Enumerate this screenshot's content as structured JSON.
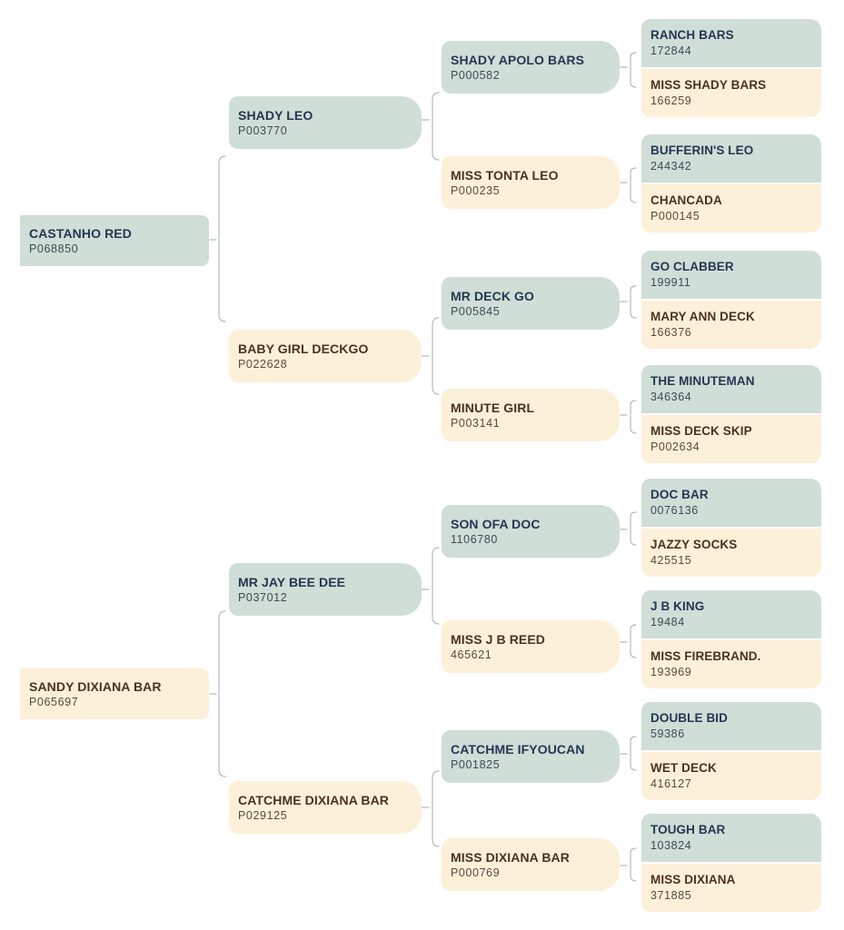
{
  "pedigrees": [
    {
      "name": "CASTANHO RED",
      "reg": "P068850",
      "sire": {
        "name": "SHADY LEO",
        "reg": "P003770",
        "sire": {
          "name": "SHADY APOLO BARS",
          "reg": "P000582",
          "sire": {
            "name": "RANCH BARS",
            "reg": "172844"
          },
          "dam": {
            "name": "MISS SHADY BARS",
            "reg": "166259"
          }
        },
        "dam": {
          "name": "MISS TONTA LEO",
          "reg": "P000235",
          "sire": {
            "name": "BUFFERIN'S LEO",
            "reg": "244342"
          },
          "dam": {
            "name": "CHANCADA",
            "reg": "P000145"
          }
        }
      },
      "dam": {
        "name": "BABY GIRL DECKGO",
        "reg": "P022628",
        "sire": {
          "name": "MR DECK GO",
          "reg": "P005845",
          "sire": {
            "name": "GO CLABBER",
            "reg": "199911"
          },
          "dam": {
            "name": "MARY ANN DECK",
            "reg": "166376"
          }
        },
        "dam": {
          "name": "MINUTE GIRL",
          "reg": "P003141",
          "sire": {
            "name": "THE MINUTEMAN",
            "reg": "346364"
          },
          "dam": {
            "name": "MISS DECK SKIP",
            "reg": "P002634"
          }
        }
      }
    },
    {
      "name": "SANDY DIXIANA BAR",
      "reg": "P065697",
      "sire": {
        "name": "MR JAY BEE DEE",
        "reg": "P037012",
        "sire": {
          "name": "SON OFA DOC",
          "reg": "1106780",
          "sire": {
            "name": "DOC BAR",
            "reg": "0076136"
          },
          "dam": {
            "name": "JAZZY SOCKS",
            "reg": "425515"
          }
        },
        "dam": {
          "name": "MISS J B REED",
          "reg": "465621",
          "sire": {
            "name": "J B KING",
            "reg": "19484"
          },
          "dam": {
            "name": "MISS FIREBRAND.",
            "reg": "193969"
          }
        }
      },
      "dam": {
        "name": "CATCHME DIXIANA BAR",
        "reg": "P029125",
        "sire": {
          "name": "CATCHME IFYOUCAN",
          "reg": "P001825",
          "sire": {
            "name": "DOUBLE BID",
            "reg": "59386"
          },
          "dam": {
            "name": "WET DECK",
            "reg": "416127"
          }
        },
        "dam": {
          "name": "MISS DIXIANA BAR",
          "reg": "P000769",
          "sire": {
            "name": "TOUGH BAR",
            "reg": "103824"
          },
          "dam": {
            "name": "MISS DIXIANA",
            "reg": "371885"
          }
        }
      }
    }
  ]
}
